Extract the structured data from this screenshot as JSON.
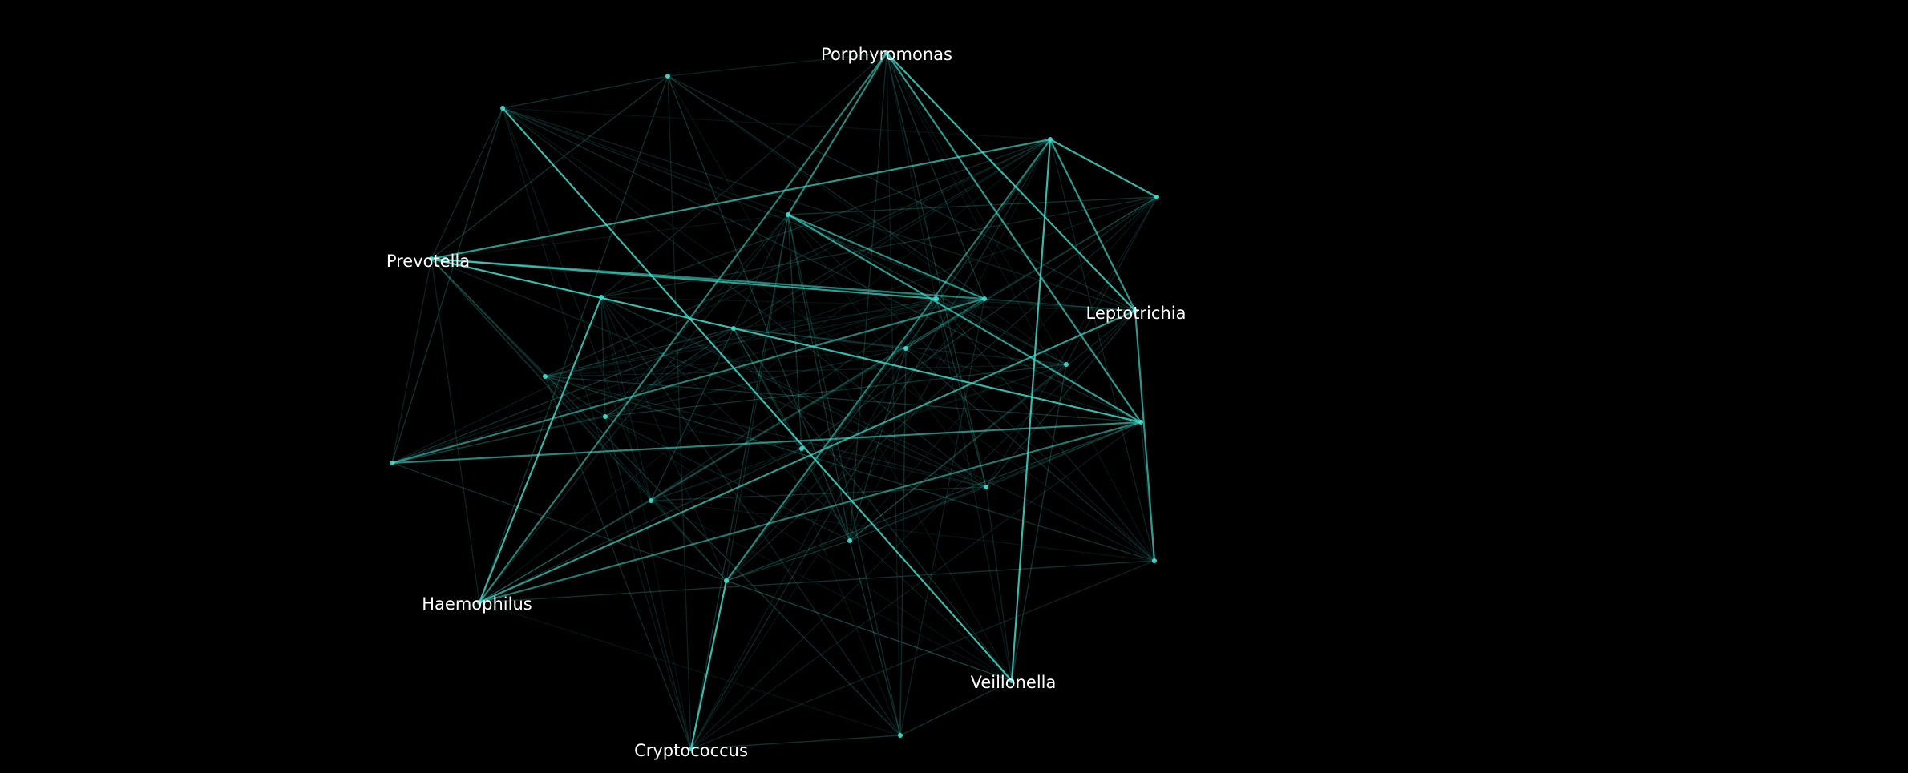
{
  "network": {
    "background": "#000000",
    "edge_color": "#40e0d0",
    "node_color": "#40e0d0",
    "label_color": "#ffffff",
    "labeled_nodes": [
      {
        "id": "porphyromonas",
        "label": "Porphyromonas"
      },
      {
        "id": "prevotella",
        "label": "Prevotella"
      },
      {
        "id": "leptotrichia",
        "label": "Leptotrichia"
      },
      {
        "id": "haemophilus",
        "label": "Haemophilus"
      },
      {
        "id": "veillonella",
        "label": "Veillonella"
      },
      {
        "id": "cryptococcus",
        "label": "Cryptococcus"
      }
    ]
  }
}
